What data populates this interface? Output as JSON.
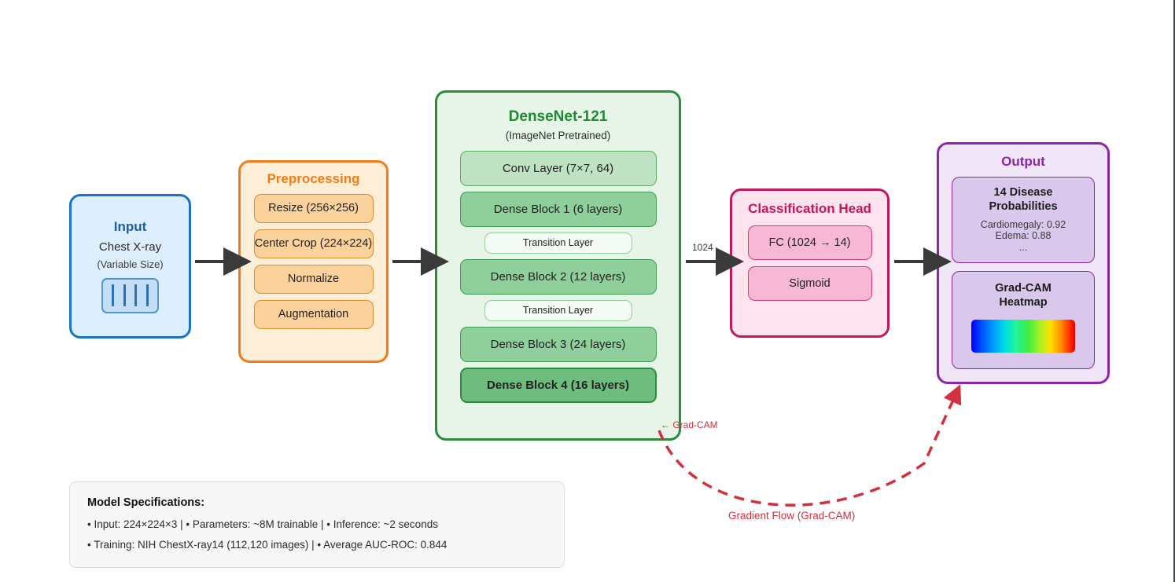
{
  "diagram": {
    "title": "DenseNet-121 Chest X-ray Classification Pipeline",
    "colors": {
      "input": "#1a73c8",
      "preprocessing": "#f07d1a",
      "backbone": "#2e8b3d",
      "head": "#c2185b",
      "output": "#8e24aa",
      "gradient_flow": "#d32f3f"
    }
  },
  "input": {
    "title": "Input",
    "line2": "Chest X-ray",
    "line3": "(Variable Size)",
    "icon": "xray-film-icon"
  },
  "preprocessing": {
    "title": "Preprocessing",
    "steps": [
      "Resize (256×256)",
      "Center Crop (224×224)",
      "Normalize",
      "Augmentation"
    ]
  },
  "backbone": {
    "title": "DenseNet-121",
    "subtitle": "(ImageNet Pretrained)",
    "layers": [
      {
        "label": "Conv Layer (7×7, 64)",
        "kind": "conv"
      },
      {
        "label": "Dense Block 1 (6 layers)",
        "kind": "block"
      },
      {
        "label": "Transition Layer",
        "kind": "transition"
      },
      {
        "label": "Dense Block 2 (12 layers)",
        "kind": "block"
      },
      {
        "label": "Transition Layer",
        "kind": "transition"
      },
      {
        "label": "Dense Block 3 (24 layers)",
        "kind": "block"
      },
      {
        "label": "Dense Block 4 (16 layers)",
        "kind": "final"
      }
    ]
  },
  "edges": {
    "feature_dim_label": "1024",
    "gradcam_tap_label": "← Grad-CAM",
    "gradient_flow_label": "Gradient Flow (Grad-CAM)"
  },
  "head": {
    "title": "Classification Head",
    "layers": [
      "FC (1024 → 14)",
      "Sigmoid"
    ]
  },
  "output": {
    "title": "Output",
    "probabilities": {
      "title_line1": "14 Disease",
      "title_line2": "Probabilities",
      "items": [
        "Cardiomegaly: 0.92",
        "Edema: 0.88"
      ],
      "ellipsis": "..."
    },
    "heatmap": {
      "title_line1": "Grad-CAM",
      "title_line2": "Heatmap",
      "colormap": "jet"
    }
  },
  "specs": {
    "title": "Model Specifications:",
    "lines": [
      "• Input: 224×224×3 | • Parameters: ~8M trainable | • Inference: ~2 seconds",
      "• Training: NIH ChestX-ray14 (112,120 images) | • Average AUC-ROC: 0.844"
    ]
  }
}
